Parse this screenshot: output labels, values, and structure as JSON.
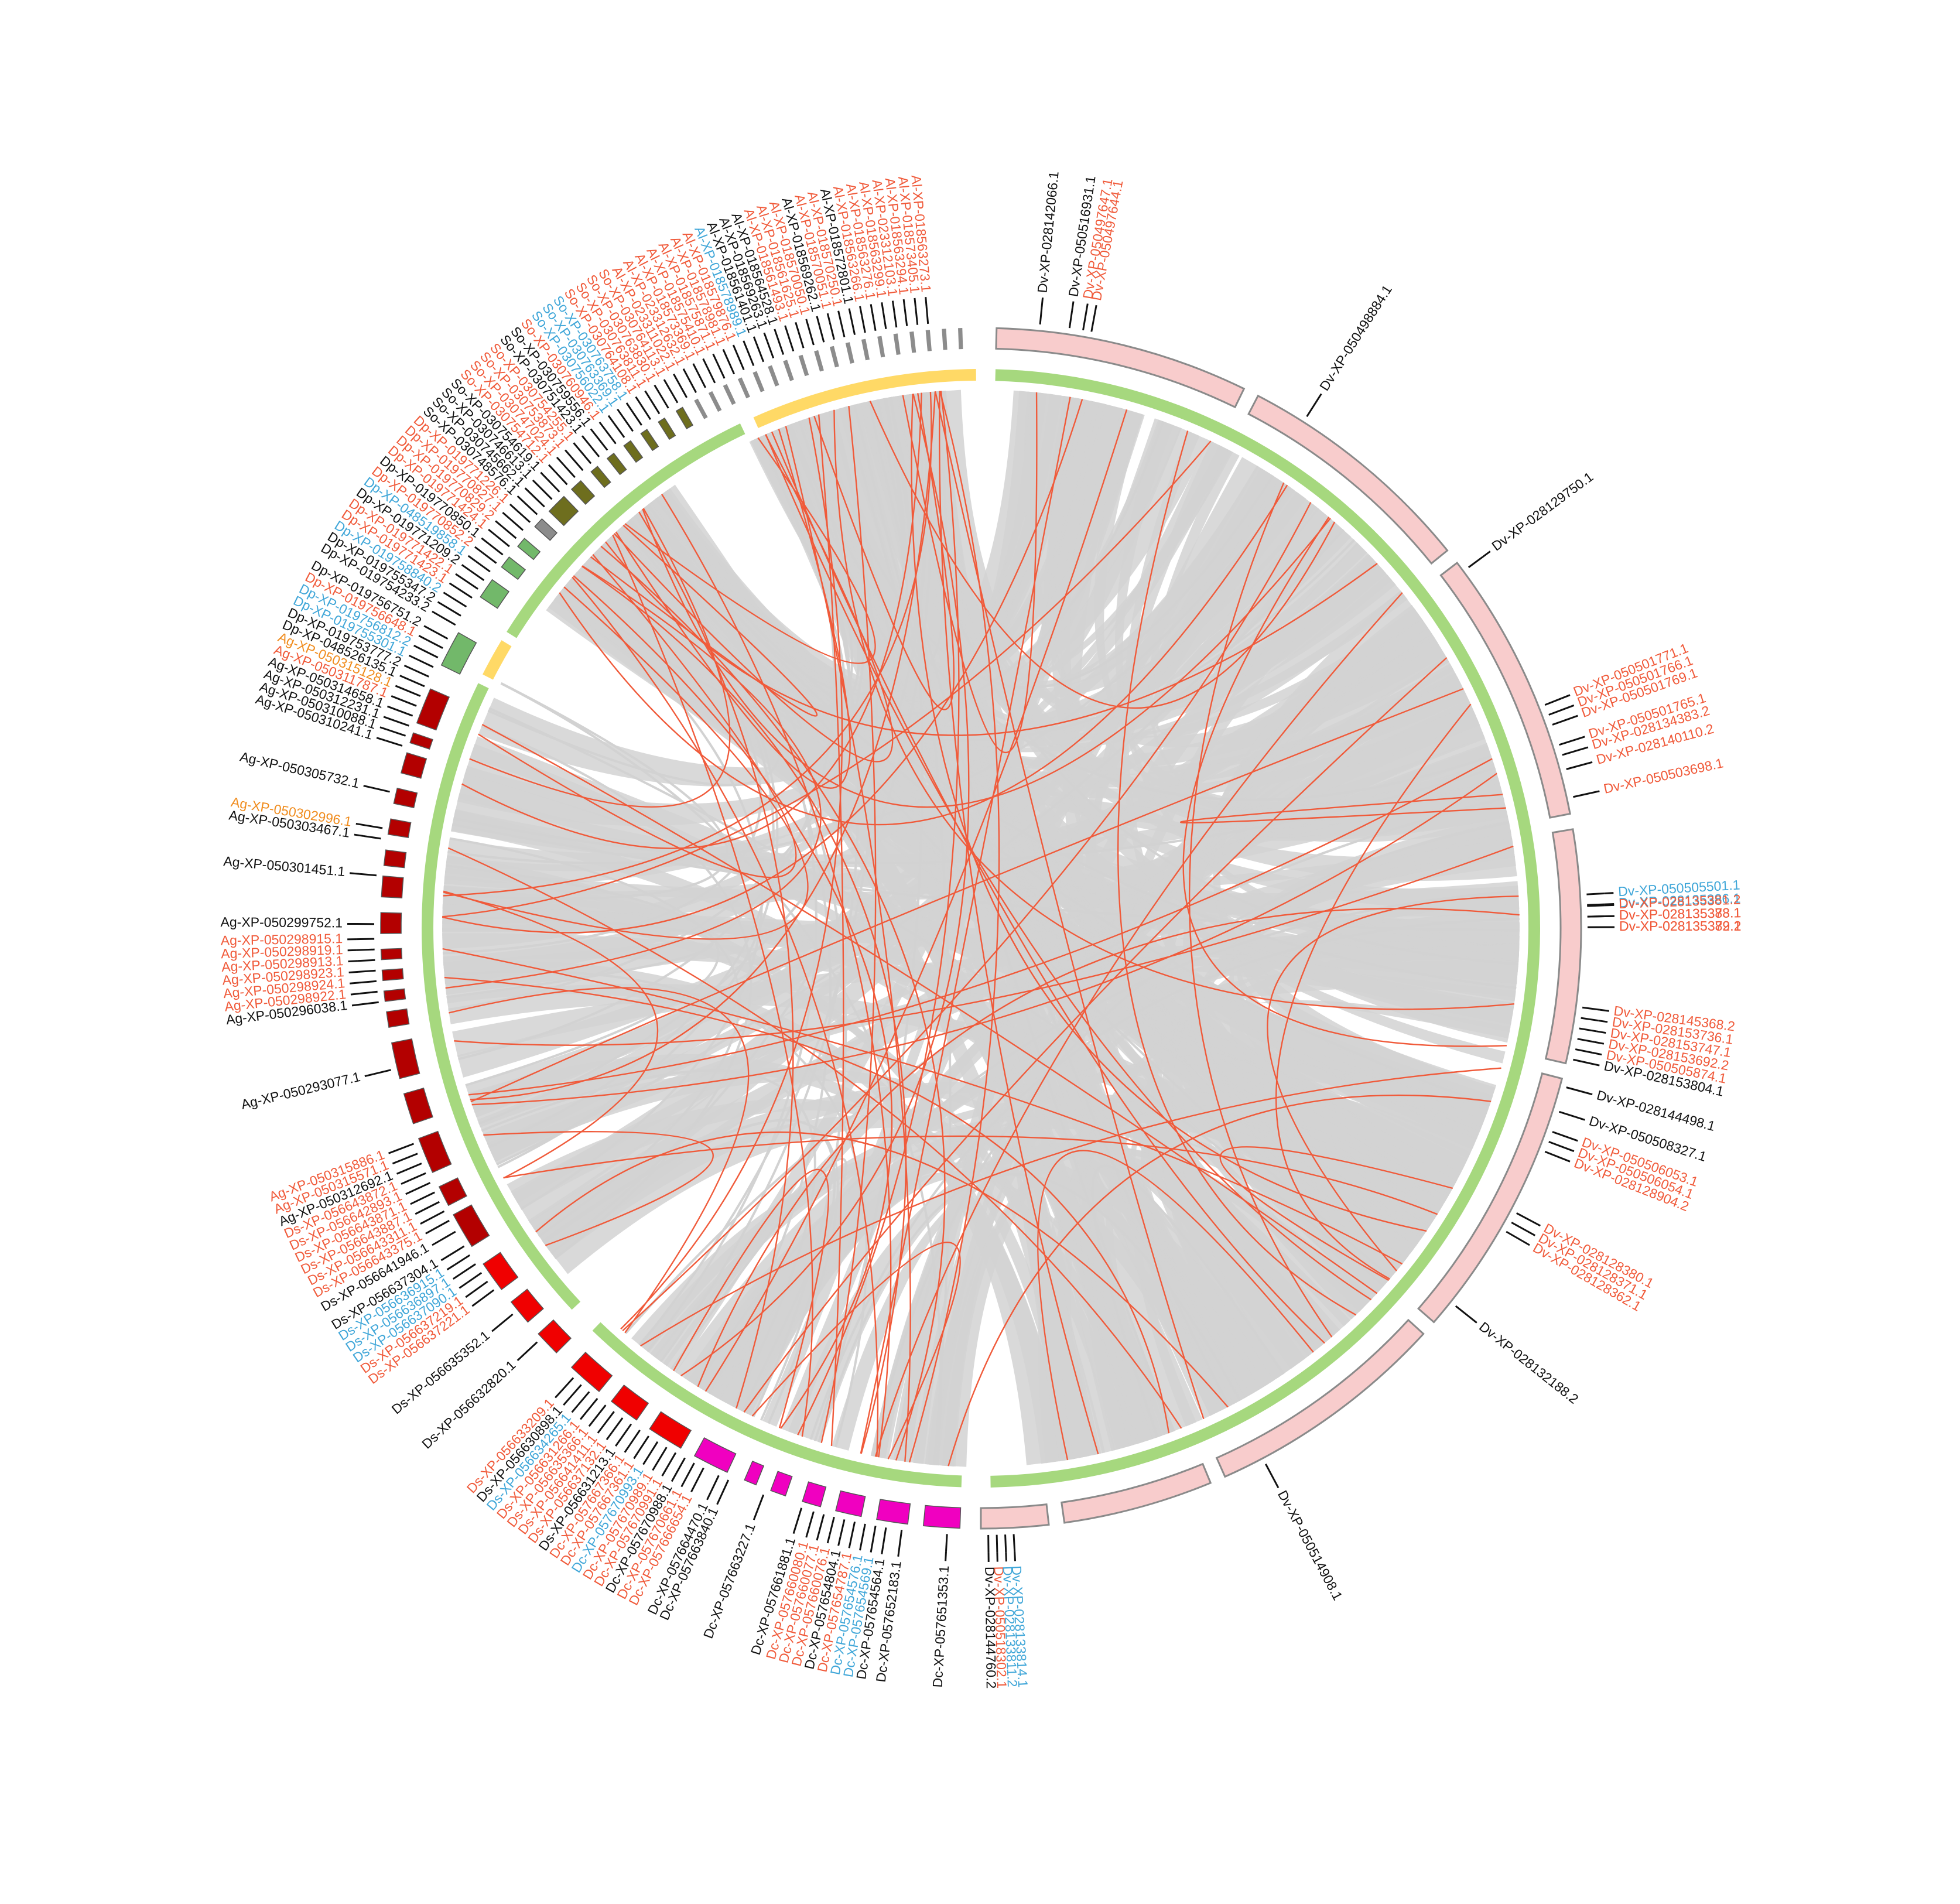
{
  "colors": {
    "ribbon_grey": "#d2d2d2",
    "ribbon_red": "#f05a3a",
    "label_black": "#111111",
    "label_red": "#f05a3a",
    "label_blue": "#3fa6d8",
    "label_orange": "#f08c1e",
    "inner_green": "#a6d87e",
    "dv_pink": "#f8cccc",
    "ag_darkred": "#b30000",
    "ds_red": "#f00000",
    "dc_magenta": "#f000c0",
    "dp_green": "#72b86a",
    "so_olive": "#6e6e1e",
    "al_grey": "#8c8c8c",
    "yellow": "#ffd966"
  },
  "labels": [
    {
      "t": "Dv-XP-050497647.1",
      "c": "red",
      "a": -80.3
    },
    {
      "t": "Dv-XP-050497644.1",
      "c": "red",
      "a": -79.5
    },
    {
      "t": "Dv-XP-050516931.1",
      "c": "black",
      "a": -81.6
    },
    {
      "t": "Dv-XP-028142066.1",
      "c": "black",
      "a": -84.4
    },
    {
      "t": "Dv-XP-050498884.1",
      "c": "black",
      "a": -57.5
    },
    {
      "t": "Dv-XP-028129750.1",
      "c": "black",
      "a": -36.5
    },
    {
      "t": "Dv-XP-050501765.1",
      "c": "red",
      "a": -17.6
    },
    {
      "t": "Dv-XP-028134383.2",
      "c": "red",
      "a": -16.6
    },
    {
      "t": "Dv-XP-050501771.1",
      "c": "red",
      "a": -21.6
    },
    {
      "t": "Dv-XP-050501766.1",
      "c": "red",
      "a": -20.6
    },
    {
      "t": "Dv-XP-050501769.1",
      "c": "red",
      "a": -19.6
    },
    {
      "t": "Dv-XP-028140110.2",
      "c": "red",
      "a": -15.2
    },
    {
      "t": "Dv-XP-050503698.1",
      "c": "red",
      "a": -12.5
    },
    {
      "t": "Dv-XP-050505501.1",
      "c": "blue",
      "a": -3.2
    },
    {
      "t": "Dv-XP-028135386.1",
      "c": "blue",
      "a": -2.2
    },
    {
      "t": "Dv-XP-028135383.1",
      "c": "red",
      "a": -1.1
    },
    {
      "t": "Dv-XP-028135382.1",
      "c": "red",
      "a": -0.1
    },
    {
      "t": "Dv-XP-028135381.2",
      "c": "red",
      "a": -2.1
    },
    {
      "t": "Dv-XP-028135378.1",
      "c": "red",
      "a": -1.1
    },
    {
      "t": "Dv-XP-028135379.2",
      "c": "red",
      "a": -0.1
    },
    {
      "t": "Dv-XP-028145368.2",
      "c": "red",
      "a": 7.5
    },
    {
      "t": "Dv-XP-028153736.1",
      "c": "red",
      "a": 8.5
    },
    {
      "t": "Dv-XP-028153747.1",
      "c": "red",
      "a": 9.5
    },
    {
      "t": "Dv-XP-028153692.2",
      "c": "red",
      "a": 10.5
    },
    {
      "t": "Dv-XP-050505874.1",
      "c": "red",
      "a": 11.5
    },
    {
      "t": "Dv-XP-028153804.1",
      "c": "black",
      "a": 12.5
    },
    {
      "t": "Dv-XP-028144498.1",
      "c": "black",
      "a": 15.2
    },
    {
      "t": "Dv-XP-050508327.1",
      "c": "black",
      "a": 17.6
    },
    {
      "t": "Dv-XP-050506053.1",
      "c": "red",
      "a": 19.6
    },
    {
      "t": "Dv-XP-050506054.1",
      "c": "red",
      "a": 20.6
    },
    {
      "t": "Dv-XP-028128904.2",
      "c": "red",
      "a": 21.6
    },
    {
      "t": "Dv-XP-028128380.1",
      "c": "red",
      "a": 28.0
    },
    {
      "t": "Dv-XP-028128371.1",
      "c": "red",
      "a": 29.0
    },
    {
      "t": "Dv-XP-028128362.1",
      "c": "red",
      "a": 30.0
    },
    {
      "t": "Dv-XP-028132188.2",
      "c": "black",
      "a": 38.5
    },
    {
      "t": "Dv-XP-050514908.1",
      "c": "black",
      "a": 62.0
    },
    {
      "t": "Dv-XP-028144760.2",
      "c": "black",
      "a": 89.3
    },
    {
      "t": "Dv-XP-050518302.1",
      "c": "red",
      "a": 88.5
    },
    {
      "t": "Dv-XP-028133811.2",
      "c": "blue",
      "a": 87.7
    },
    {
      "t": "Dv-XP-028133814.1",
      "c": "blue",
      "a": 86.9
    },
    {
      "t": "Dc-XP-057651353.1",
      "c": "black",
      "a": 93.2
    },
    {
      "t": "Dc-XP-057652183.1",
      "c": "black",
      "a": 97.5
    },
    {
      "t": "Dc-XP-057654564.1",
      "c": "black",
      "a": 99.0
    },
    {
      "t": "Dc-XP-057654569.1",
      "c": "blue",
      "a": 100.0
    },
    {
      "t": "Dc-XP-057654576.1",
      "c": "blue",
      "a": 101.0
    },
    {
      "t": "Dc-XP-057654787.1",
      "c": "red",
      "a": 102.0
    },
    {
      "t": "Dc-XP-057654804.1",
      "c": "black",
      "a": 103.0
    },
    {
      "t": "Dc-XP-057660076.1",
      "c": "red",
      "a": 104.0
    },
    {
      "t": "Dc-XP-057660077.1",
      "c": "red",
      "a": 105.0
    },
    {
      "t": "Dc-XP-057660080.1",
      "c": "red",
      "a": 106.0
    },
    {
      "t": "Dc-XP-057661881.1",
      "c": "black",
      "a": 107.2
    },
    {
      "t": "Dc-XP-057663227.1",
      "c": "black",
      "a": 111.0
    },
    {
      "t": "Dc-XP-057663840.1",
      "c": "black",
      "a": 114.6
    },
    {
      "t": "Dc-XP-057664470.1",
      "c": "black",
      "a": 115.6
    },
    {
      "t": "Dc-XP-057666654.1",
      "c": "red",
      "a": 117.2
    },
    {
      "t": "Dc-XP-057670661.1",
      "c": "red",
      "a": 118.2
    },
    {
      "t": "Dc-XP-057670988.1",
      "c": "black",
      "a": 119.2
    },
    {
      "t": "Dc-XP-057670991.1",
      "c": "red",
      "a": 120.2
    },
    {
      "t": "Dc-XP-057670989.1",
      "c": "red",
      "a": 121.2
    },
    {
      "t": "Dc-XP-057670993.1",
      "c": "blue",
      "a": 122.2
    },
    {
      "t": "Dc-XP-057667361.1",
      "c": "red",
      "a": 123.2
    },
    {
      "t": "Dc-XP-057667366.1",
      "c": "red",
      "a": 124.2
    },
    {
      "t": "Ds-XP-056631213.1",
      "c": "black",
      "a": 125.2
    },
    {
      "t": "Ds-XP-056637132.1",
      "c": "red",
      "a": 126.2
    },
    {
      "t": "Ds-XP-056641411.1",
      "c": "red",
      "a": 127.2
    },
    {
      "t": "Ds-XP-056635366.1",
      "c": "red",
      "a": 128.2
    },
    {
      "t": "Ds-XP-056631266.1",
      "c": "red",
      "a": 129.2
    },
    {
      "t": "Ds-XP-056634265.1",
      "c": "blue",
      "a": 130.2
    },
    {
      "t": "Ds-XP-056630898.1",
      "c": "black",
      "a": 131.2
    },
    {
      "t": "Ds-XP-056633209.1",
      "c": "red",
      "a": 132.2
    },
    {
      "t": "Ds-XP-056632820.1",
      "c": "black",
      "a": 137.0
    },
    {
      "t": "Ds-XP-056635352.1",
      "c": "black",
      "a": 140.5
    },
    {
      "t": "Ds-XP-056637221.1",
      "c": "red",
      "a": 143.4
    },
    {
      "t": "Ds-XP-056637219.1",
      "c": "red",
      "a": 144.4
    },
    {
      "t": "Ds-XP-056637090.1",
      "c": "blue",
      "a": 145.4
    },
    {
      "t": "Ds-XP-056636897.1",
      "c": "blue",
      "a": 146.4
    },
    {
      "t": "Ds-XP-056636915.1",
      "c": "blue",
      "a": 147.4
    },
    {
      "t": "Ds-XP-056637304.1",
      "c": "black",
      "a": 148.4
    },
    {
      "t": "Ds-XP-056641946.1",
      "c": "black",
      "a": 150.0
    },
    {
      "t": "Ds-XP-056643375.1",
      "c": "red",
      "a": 151.2
    },
    {
      "t": "Ds-XP-056643311.1",
      "c": "red",
      "a": 152.2
    },
    {
      "t": "Ds-XP-056643887.1",
      "c": "red",
      "a": 153.2
    },
    {
      "t": "Ds-XP-056643871.1",
      "c": "red",
      "a": 154.2
    },
    {
      "t": "Ds-XP-056642893.1",
      "c": "red",
      "a": 155.2
    },
    {
      "t": "Ds-XP-056643872.1",
      "c": "red",
      "a": 156.2
    },
    {
      "t": "Ag-XP-050312692.1",
      "c": "black",
      "a": 157.2
    },
    {
      "t": "Ag-XP-050315571.1",
      "c": "red",
      "a": 158.2
    },
    {
      "t": "Ag-XP-050315886.1",
      "c": "red",
      "a": 159.2
    },
    {
      "t": "Ag-XP-050293077.1",
      "c": "black",
      "a": 166.5
    },
    {
      "t": "Ag-XP-050296038.1",
      "c": "black",
      "a": 173.0
    },
    {
      "t": "Ag-XP-050298922.1",
      "c": "red",
      "a": 174.0
    },
    {
      "t": "Ag-XP-050298924.1",
      "c": "red",
      "a": 175.0
    },
    {
      "t": "Ag-XP-050298923.1",
      "c": "red",
      "a": 176.0
    },
    {
      "t": "Ag-XP-050298913.1",
      "c": "red",
      "a": 177.0
    },
    {
      "t": "Ag-XP-050298919.1",
      "c": "red",
      "a": 178.0
    },
    {
      "t": "Ag-XP-050298915.1",
      "c": "red",
      "a": 179.0
    },
    {
      "t": "Ag-XP-050299752.1",
      "c": "black",
      "a": 180.4
    },
    {
      "t": "Ag-XP-050301451.1",
      "c": "black",
      "a": 185.0
    },
    {
      "t": "Ag-XP-050303467.1",
      "c": "black",
      "a": 188.5
    },
    {
      "t": "Ag-XP-050302996.1",
      "c": "orange",
      "a": 189.5
    },
    {
      "t": "Ag-XP-050305732.1",
      "c": "black",
      "a": 193.0
    },
    {
      "t": "Ag-XP-050310241.1",
      "c": "black",
      "a": 197.5
    },
    {
      "t": "Ag-XP-050310088.1",
      "c": "black",
      "a": 198.5
    },
    {
      "t": "Ag-XP-050312231.1",
      "c": "black",
      "a": 199.5
    },
    {
      "t": "Ag-XP-050314658.1",
      "c": "black",
      "a": 200.5
    },
    {
      "t": "Ag-XP-050311787.1",
      "c": "red",
      "a": 201.5
    },
    {
      "t": "Ag-XP-050315128.1",
      "c": "orange",
      "a": 202.5
    },
    {
      "t": "Dp-XP-048526135.1",
      "c": "black",
      "a": 203.5
    },
    {
      "t": "Dp-XP-019753777.2",
      "c": "black",
      "a": 204.5
    },
    {
      "t": "Dp-XP-019755301.1",
      "c": "blue",
      "a": 205.5
    },
    {
      "t": "Dp-XP-019756812.2",
      "c": "blue",
      "a": 206.5
    },
    {
      "t": "Dp-XP-019756648.1",
      "c": "red",
      "a": 207.5
    },
    {
      "t": "Dp-XP-019756751.2",
      "c": "black",
      "a": 208.5
    },
    {
      "t": "Dp-XP-019755347.2",
      "c": "black",
      "a": 211.0
    },
    {
      "t": "Dp-XP-019754233.2",
      "c": "black",
      "a": 210.0
    },
    {
      "t": "Dp-XP-019758840.2",
      "c": "blue",
      "a": 212.0
    },
    {
      "t": "Dp-XP-019771423.1",
      "c": "red",
      "a": 213.0
    },
    {
      "t": "Dp-XP-019771422.1",
      "c": "red",
      "a": 214.0
    },
    {
      "t": "Dp-XP-019771209.2",
      "c": "black",
      "a": 215.0
    },
    {
      "t": "Dp-XP-048519858.1",
      "c": "blue",
      "a": 216.0
    },
    {
      "t": "Dp-XP-019770852.2",
      "c": "red",
      "a": 217.0
    },
    {
      "t": "Dp-XP-019770850.1",
      "c": "black",
      "a": 218.0
    },
    {
      "t": "Dp-XP-019771424.1",
      "c": "red",
      "a": 219.0
    },
    {
      "t": "Dp-XP-019770829.2",
      "c": "red",
      "a": 220.0
    },
    {
      "t": "Dp-XP-019770827.1",
      "c": "red",
      "a": 221.0
    },
    {
      "t": "Dp-XP-019771226.1",
      "c": "red",
      "a": 222.0
    },
    {
      "t": "So-XP-030748576.1",
      "c": "black",
      "a": 223.0
    },
    {
      "t": "So-XP-030745662.1",
      "c": "black",
      "a": 224.0
    },
    {
      "t": "So-XP-030746613.1",
      "c": "black",
      "a": 225.0
    },
    {
      "t": "So-XP-030754619.1",
      "c": "black",
      "a": 226.0
    },
    {
      "t": "So-XP-030754712.1",
      "c": "red",
      "a": 227.0
    },
    {
      "t": "So-XP-030747024.1",
      "c": "red",
      "a": 228.0
    },
    {
      "t": "So-XP-030753873.1",
      "c": "red",
      "a": 229.0
    },
    {
      "t": "So-XP-030754255.1",
      "c": "red",
      "a": 230.0
    },
    {
      "t": "So-XP-030751423.1",
      "c": "black",
      "a": 231.0
    },
    {
      "t": "So-XP-030759556.1",
      "c": "black",
      "a": 232.0
    },
    {
      "t": "So-XP-030760946.1",
      "c": "red",
      "a": 233.0
    },
    {
      "t": "So-XP-030756022.1",
      "c": "blue",
      "a": 234.0
    },
    {
      "t": "So-XP-030763369.1",
      "c": "blue",
      "a": 235.0
    },
    {
      "t": "So-XP-030763758.1",
      "c": "blue",
      "a": 236.0
    },
    {
      "t": "So-XP-030764108.1",
      "c": "red",
      "a": 237.0
    },
    {
      "t": "So-XP-030763811.1",
      "c": "red",
      "a": 238.0
    },
    {
      "t": "So-XP-030763830.1",
      "c": "red",
      "a": 239.0
    },
    {
      "t": "So-XP-030764113.1",
      "c": "red",
      "a": 240.0
    },
    {
      "t": "Al-XP-023311022.1",
      "c": "red",
      "a": 241.0
    },
    {
      "t": "Al-XP-023312632.1",
      "c": "red",
      "a": 242.0
    },
    {
      "t": "Al-XP-018573369.1",
      "c": "red",
      "a": 243.0
    },
    {
      "t": "Al-XP-018575410.1",
      "c": "red",
      "a": 244.0
    },
    {
      "t": "Al-XP-018575871.1",
      "c": "red",
      "a": 245.0
    },
    {
      "t": "Al-XP-018578981.1",
      "c": "red",
      "a": 246.0
    },
    {
      "t": "Al-XP-018579876.1",
      "c": "red",
      "a": 247.0
    },
    {
      "t": "Al-XP-018578989.1",
      "c": "blue",
      "a": 248.0
    },
    {
      "t": "Al-XP-018561401.1",
      "c": "black",
      "a": 249.0
    },
    {
      "t": "Al-XP-018569263.1",
      "c": "black",
      "a": 250.0
    },
    {
      "t": "Al-XP-018564528.1",
      "c": "black",
      "a": 251.0
    },
    {
      "t": "Al-XP-018561493.1",
      "c": "red",
      "a": 252.0
    },
    {
      "t": "Al-XP-018561625.1",
      "c": "red",
      "a": 253.0
    },
    {
      "t": "Al-XP-018570050.1",
      "c": "red",
      "a": 254.0
    },
    {
      "t": "Al-XP-018569262.1",
      "c": "black",
      "a": 255.0
    },
    {
      "t": "Al-XP-018570051.1",
      "c": "red",
      "a": 256.0
    },
    {
      "t": "Al-XP-018570250.1",
      "c": "red",
      "a": 257.0
    },
    {
      "t": "Al-XP-018572801.1",
      "c": "black",
      "a": 258.0
    },
    {
      "t": "Al-XP-018563266.1",
      "c": "red",
      "a": 259.0
    },
    {
      "t": "Al-XP-018563276.1",
      "c": "red",
      "a": 260.0
    },
    {
      "t": "Al-XP-018563299.1",
      "c": "red",
      "a": 261.0
    },
    {
      "t": "Al-XP-023312103.1",
      "c": "red",
      "a": 262.0
    },
    {
      "t": "Al-XP-018563294.1",
      "c": "red",
      "a": 263.0
    },
    {
      "t": "Al-XP-018573405.1",
      "c": "red",
      "a": 264.0
    },
    {
      "t": "Al-XP-018563273.1",
      "c": "red",
      "a": 265.0
    }
  ]
}
